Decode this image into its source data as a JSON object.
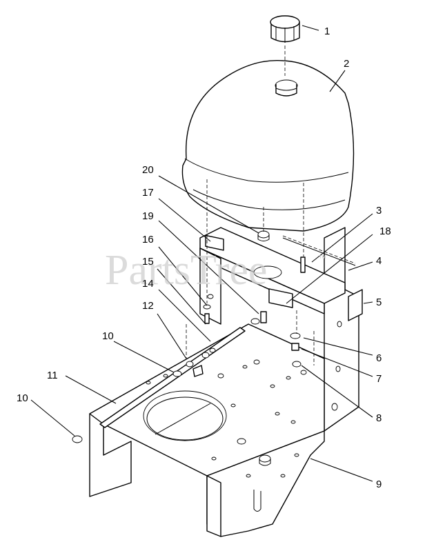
{
  "watermark": {
    "text": "PartsTree",
    "mark": "™"
  },
  "callouts": [
    {
      "id": "c1",
      "label": "1"
    },
    {
      "id": "c2",
      "label": "2"
    },
    {
      "id": "c3",
      "label": "3"
    },
    {
      "id": "c4",
      "label": "4"
    },
    {
      "id": "c5",
      "label": "5"
    },
    {
      "id": "c6",
      "label": "6"
    },
    {
      "id": "c7",
      "label": "7"
    },
    {
      "id": "c8",
      "label": "8"
    },
    {
      "id": "c9",
      "label": "9"
    },
    {
      "id": "c10a",
      "label": "10"
    },
    {
      "id": "c10b",
      "label": "10"
    },
    {
      "id": "c11",
      "label": "11"
    },
    {
      "id": "c12",
      "label": "12"
    },
    {
      "id": "c14",
      "label": "14"
    },
    {
      "id": "c15",
      "label": "15"
    },
    {
      "id": "c16",
      "label": "16"
    },
    {
      "id": "c17",
      "label": "17"
    },
    {
      "id": "c18",
      "label": "18"
    },
    {
      "id": "c19",
      "label": "19"
    },
    {
      "id": "c20",
      "label": "20"
    }
  ]
}
